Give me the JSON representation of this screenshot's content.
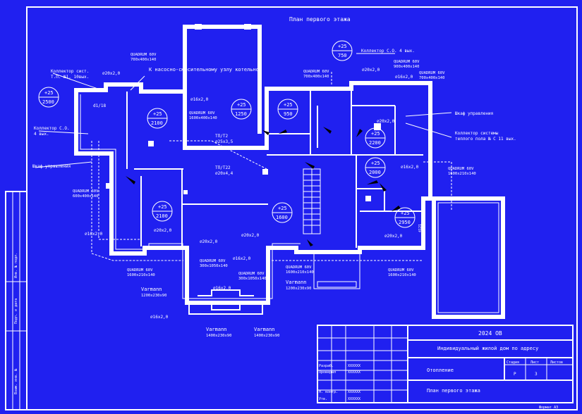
{
  "title": "План первого этажа",
  "rooms": [
    {
      "temp": "+25",
      "num": "2500"
    },
    {
      "temp": "+25",
      "num": "2100"
    },
    {
      "temp": "+25",
      "num": "1250"
    },
    {
      "temp": "+25",
      "num": "950"
    },
    {
      "temp": "+25",
      "num": "750"
    },
    {
      "temp": "+25",
      "num": "2200"
    },
    {
      "temp": "+25",
      "num": "2000"
    },
    {
      "temp": "+25",
      "num": "2950"
    },
    {
      "temp": "+25",
      "num": "2100"
    },
    {
      "temp": "+25",
      "num": "1600"
    }
  ],
  "labels": {
    "boiler": "К насосно-смесительному узлу котельной",
    "coll1": "Коллектор сист.",
    "coll1b": "Т.П. №1, 10вых.",
    "coll2": "Коллектор С.О.",
    "coll2b": "4 вых.",
    "coll3": "Коллектор С.О. 4 вых.",
    "shkaf_left": "Шкаф управления",
    "shkaf_right": "Шкаф управления",
    "coll4": "Коллектор системы",
    "coll4b": "теплого пола № С 11 вых.",
    "pipe_20a": "⌀20х2,0",
    "pipe_20b": "⌀20х2,0",
    "pipe_20c": "⌀20х2,0",
    "pipe_20d": "⌀20х2,0",
    "pipe_20e": "⌀20х2,0",
    "pipe_20f": "⌀20х2,0",
    "pipe_20g": "⌀20х2,0",
    "pipe_16a": "⌀16х2,0",
    "pipe_16b": "⌀16х2,0",
    "pipe_16c": "⌀16х2,0",
    "pipe_16d": "⌀16х2,0",
    "pipe_16e": "⌀16х2,0",
    "pipe_16f": "⌀16х2,0",
    "pipe_16g": "⌀16х2,0",
    "tvt1": "ТП/Т2",
    "tvt1b": "⌀25х3,5",
    "tvt2": "ТП/Т22",
    "tvt2b": "⌀20х4,4",
    "mark_d1": "d1/18",
    "dim_4121": "4121"
  },
  "radiators": [
    {
      "name": "QUADRUM 60V",
      "size": "700х400х140"
    },
    {
      "name": "QUADRUM 60V",
      "size": "700х400х140"
    },
    {
      "name": "QUADRUM 60V",
      "size": "1600х400х140"
    },
    {
      "name": "QUADRUM 60V",
      "size": "900х400х140"
    },
    {
      "name": "QUADRUM 60V",
      "size": "700х400х140"
    },
    {
      "name": "QUADRUM 60V",
      "size": "600х400х140"
    },
    {
      "name": "QUADRUM 60V",
      "size": "1600х210х140"
    },
    {
      "name": "QUADRUM 60V",
      "size": "1600х210х140"
    },
    {
      "name": "QUADRUM 60V",
      "size": "1600х210х140"
    },
    {
      "name": "QUADRUM 60V",
      "size": "1600х210х140"
    },
    {
      "name": "QUADRUM 60V",
      "size": "300х1050х140"
    },
    {
      "name": "QUADRUM 60V",
      "size": "300х1050х140"
    }
  ],
  "varmann": [
    {
      "name": "Varmann",
      "size": "1200х230х90"
    },
    {
      "name": "Varmann",
      "size": "1200х230х90"
    },
    {
      "name": "Varmann",
      "size": "1400х230х90"
    },
    {
      "name": "Varmann",
      "size": "1400х230х90"
    }
  ],
  "stamp": {
    "code": "2024 ОВ",
    "project": "Индивидуальный жилой дом по адресу",
    "section": "Отопление",
    "sheet_title": "План первого этажа",
    "stage_h": "Стадия",
    "sheet_h": "Лист",
    "sheets_h": "Листов",
    "stage": "Р",
    "sheet": "3",
    "sheets": "",
    "r1": "Разраб.",
    "r2": "Проверил",
    "r3": "Н. контр.",
    "r4": "Утв.",
    "x1": "XXXXXX",
    "x2": "XXXXXX",
    "x3": "XXXXXX",
    "x4": "XXXXXX",
    "format": "Формат А3"
  },
  "side_strip": [
    "Взам. инв. №",
    "Подп. и дата",
    "Инв. № подл."
  ]
}
